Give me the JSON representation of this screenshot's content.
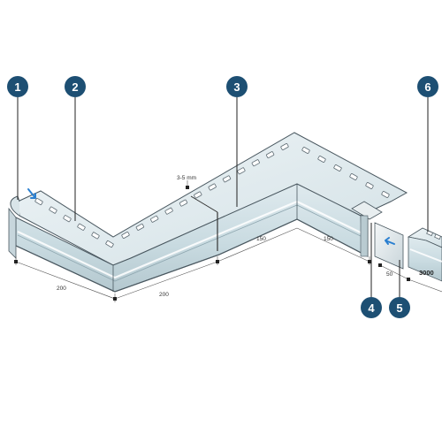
{
  "callouts": [
    {
      "number": "1"
    },
    {
      "number": "2"
    },
    {
      "number": "3"
    },
    {
      "number": "4"
    },
    {
      "number": "5"
    },
    {
      "number": "6"
    }
  ],
  "dimensions": {
    "gap": "3-5 mm",
    "seg1": "200",
    "seg2": "200",
    "seg3": "150",
    "seg4": "150",
    "seg5": "50",
    "seg6": "3000"
  },
  "colors": {
    "callout": "#1d4f73",
    "profile": "#d5e3e8",
    "profile_dark": "#b8cdd4",
    "outline": "#4a5860",
    "arrow": "#2a7fd0"
  }
}
